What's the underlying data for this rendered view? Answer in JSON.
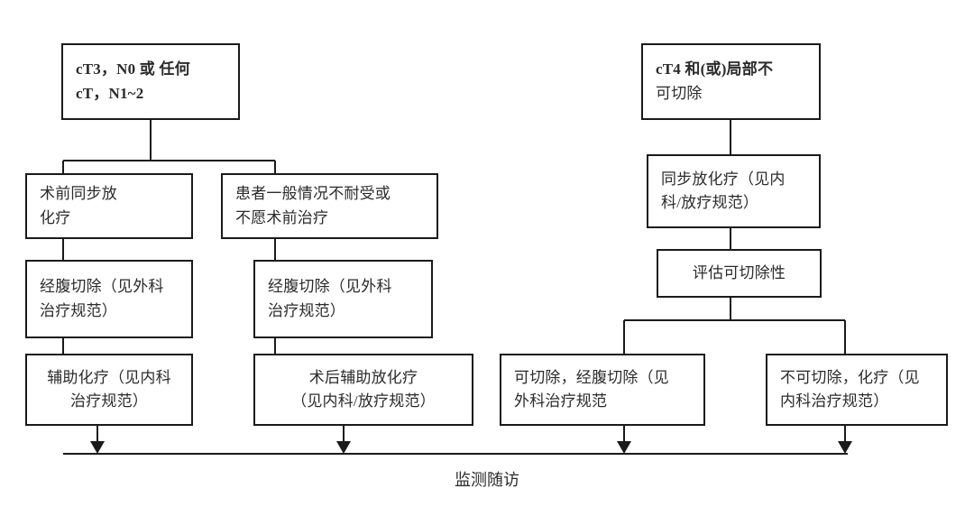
{
  "diagram": {
    "title_text": "",
    "footer": {
      "label": "监测随访"
    },
    "colors": {
      "border": "#1a1a1a",
      "text": "#2b2b2b",
      "background": "#ffffff",
      "connector": "#1a1a1a"
    },
    "nodes": [
      {
        "id": "ct3-n0",
        "lines": [
          "cT3，N0 或 任何",
          "cT，N1~2"
        ],
        "align": "left"
      },
      {
        "id": "ct4-unresectable",
        "lines": [
          "cT4 和(或)局部不",
          "可切除"
        ],
        "align": "left"
      },
      {
        "id": "preop-crt",
        "lines": [
          "术前同步放",
          "化疗"
        ],
        "align": "left"
      },
      {
        "id": "patient-unfit",
        "lines": [
          "患者一般情况不耐受或",
          "不愿术前治疗"
        ],
        "align": "left"
      },
      {
        "id": "transabdominal-resection-left",
        "lines": [
          "经腹切除（见外科",
          "治疗规范）"
        ],
        "align": "left"
      },
      {
        "id": "transabdominal-resection-mid",
        "lines": [
          "经腹切除（见外科",
          "治疗规范）"
        ],
        "align": "left"
      },
      {
        "id": "adjuvant-chemo",
        "lines": [
          "辅助化疗（见内科",
          "治疗规范）"
        ],
        "align": "center"
      },
      {
        "id": "postop-adjuvant-crt",
        "lines": [
          "术后辅助放化疗",
          "（见内科/放疗规范）"
        ],
        "align": "center"
      },
      {
        "id": "concurrent-crt",
        "lines": [
          "同步放化疗（见内",
          "科/放疗规范）"
        ],
        "align": "left"
      },
      {
        "id": "assess-resectability",
        "lines": [
          "评估可切除性"
        ],
        "align": "center"
      },
      {
        "id": "resectable-transabdominal",
        "lines": [
          "可切除，经腹切除（见",
          "外科治疗规范"
        ],
        "align": "left"
      },
      {
        "id": "unresectable-chemo",
        "lines": [
          "不可切除，化疗（见",
          "内科治疗规范）"
        ],
        "align": "left"
      }
    ]
  }
}
